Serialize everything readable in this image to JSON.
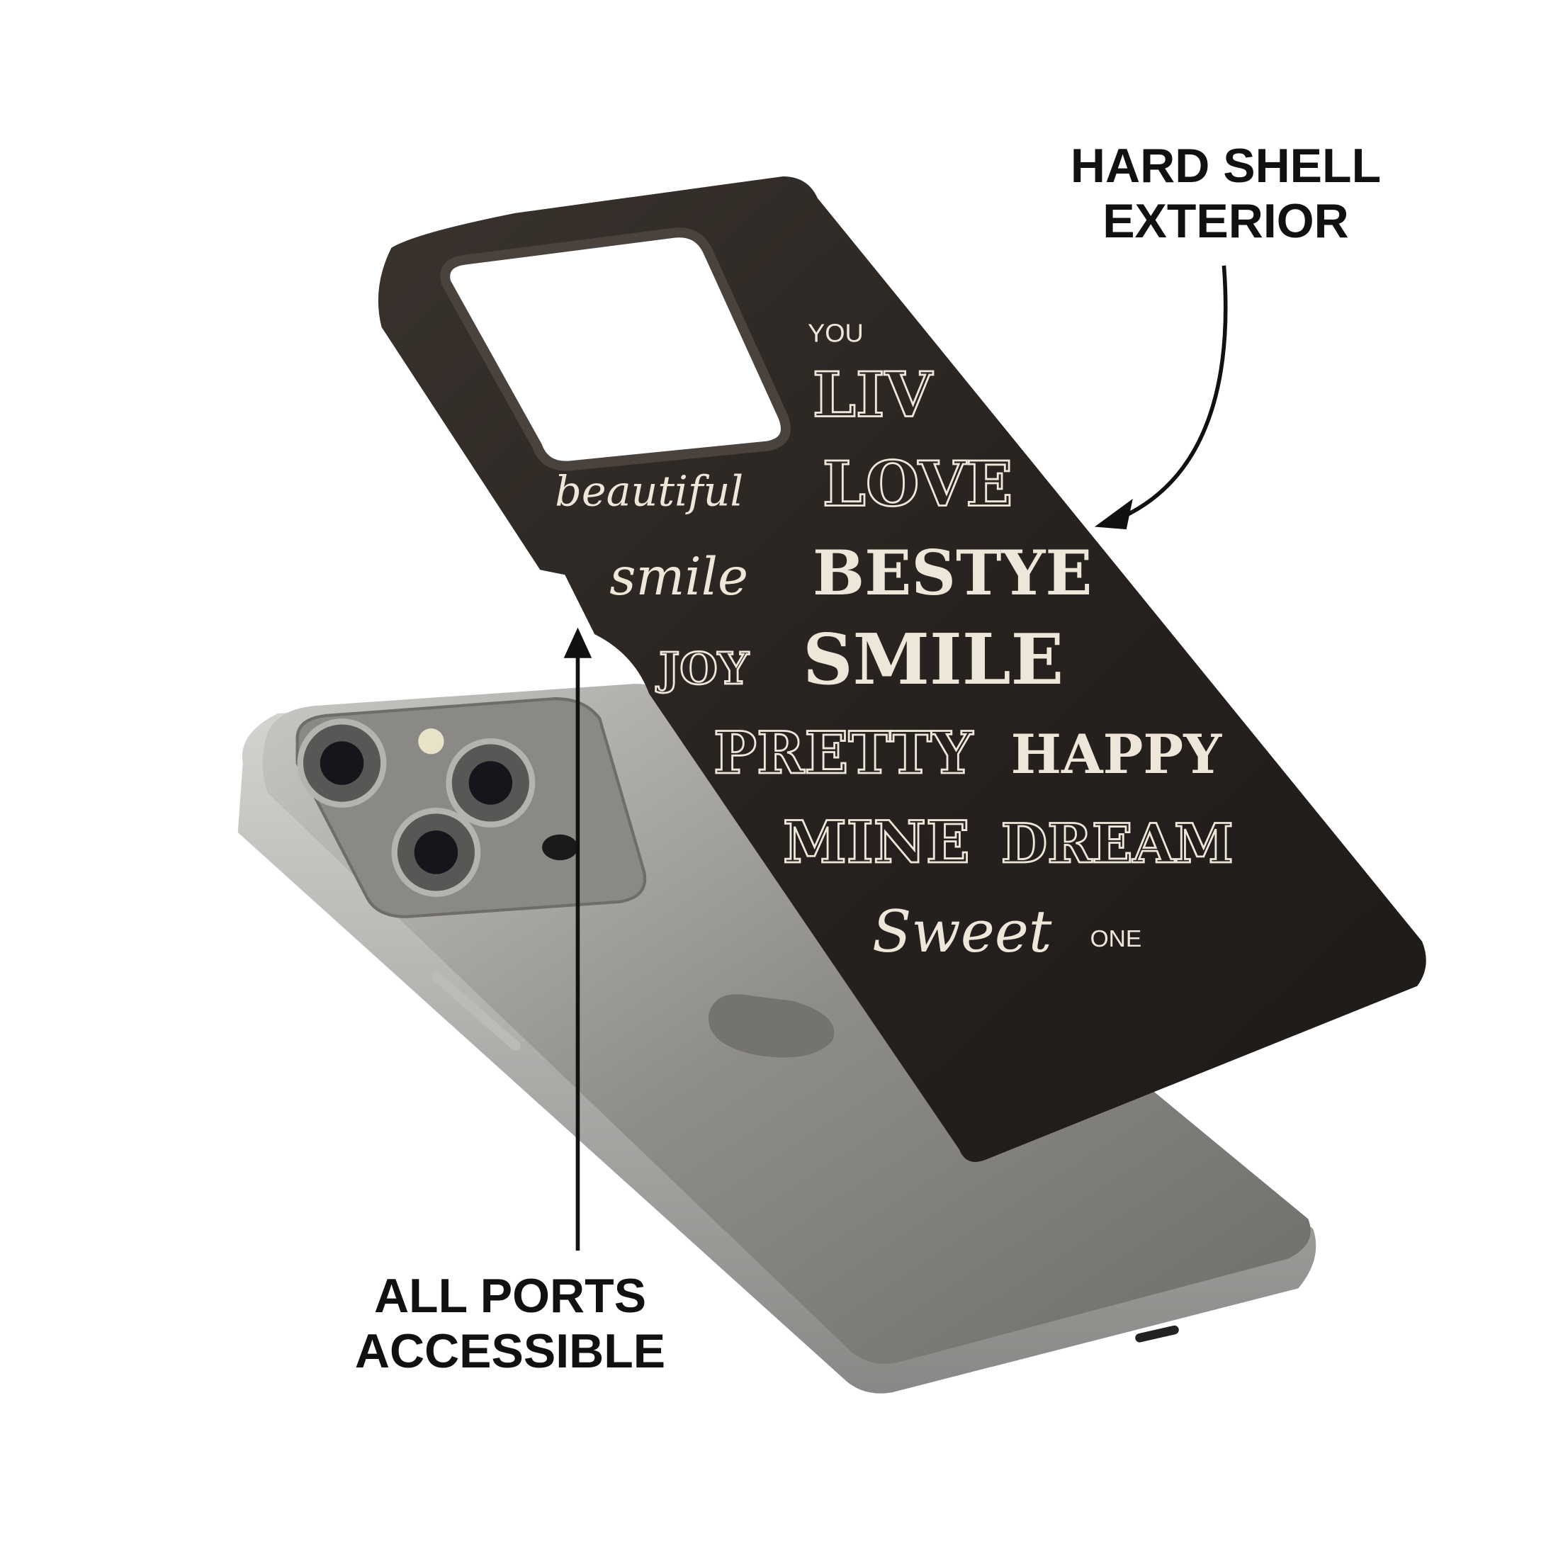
{
  "callouts": {
    "hard_shell": {
      "line1": "HARD SHELL",
      "line2": "EXTERIOR"
    },
    "ports": {
      "line1": "ALL PORTS",
      "line2": "ACCESSIBLE"
    }
  },
  "case_pattern": {
    "words": [
      "SMILE",
      "BESTYE",
      "LOVE",
      "LIV",
      "DREAM",
      "HAPPY",
      "beautiful",
      "Sweet",
      "smile",
      "JOY",
      "YOU",
      "ONE",
      "PRETTY",
      "MINE"
    ]
  },
  "colors": {
    "case": "#2a2522",
    "pattern_ink": "#efe6da",
    "phone": "#9a9895",
    "callout_text": "#111111"
  }
}
